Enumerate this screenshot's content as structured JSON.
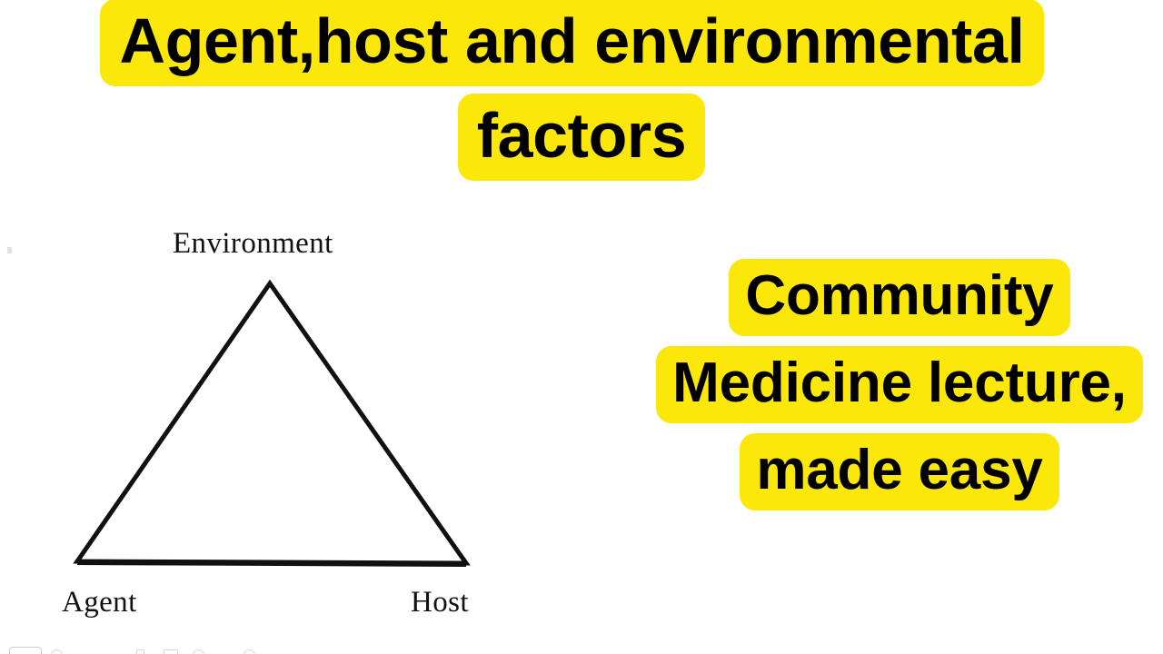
{
  "slide": {
    "background_color": "#ffffff",
    "highlight_color": "#FBE70A",
    "text_color": "#000000"
  },
  "title": {
    "text": "Agent,host and environmental factors",
    "line_1": "Agent,host and environmental",
    "line_2": "factors"
  },
  "promo": {
    "text": "Community Medicine lecture, made easy",
    "line_1": "Community",
    "line_2": "Medicine",
    "line_3": "lecture, made",
    "line_4": "easy"
  },
  "diagram": {
    "name": "epidemiologic-triangle",
    "apex_label": "Environment",
    "bottom_left_label": "Agent",
    "bottom_right_label": "Host",
    "stroke_color": "#101010"
  }
}
